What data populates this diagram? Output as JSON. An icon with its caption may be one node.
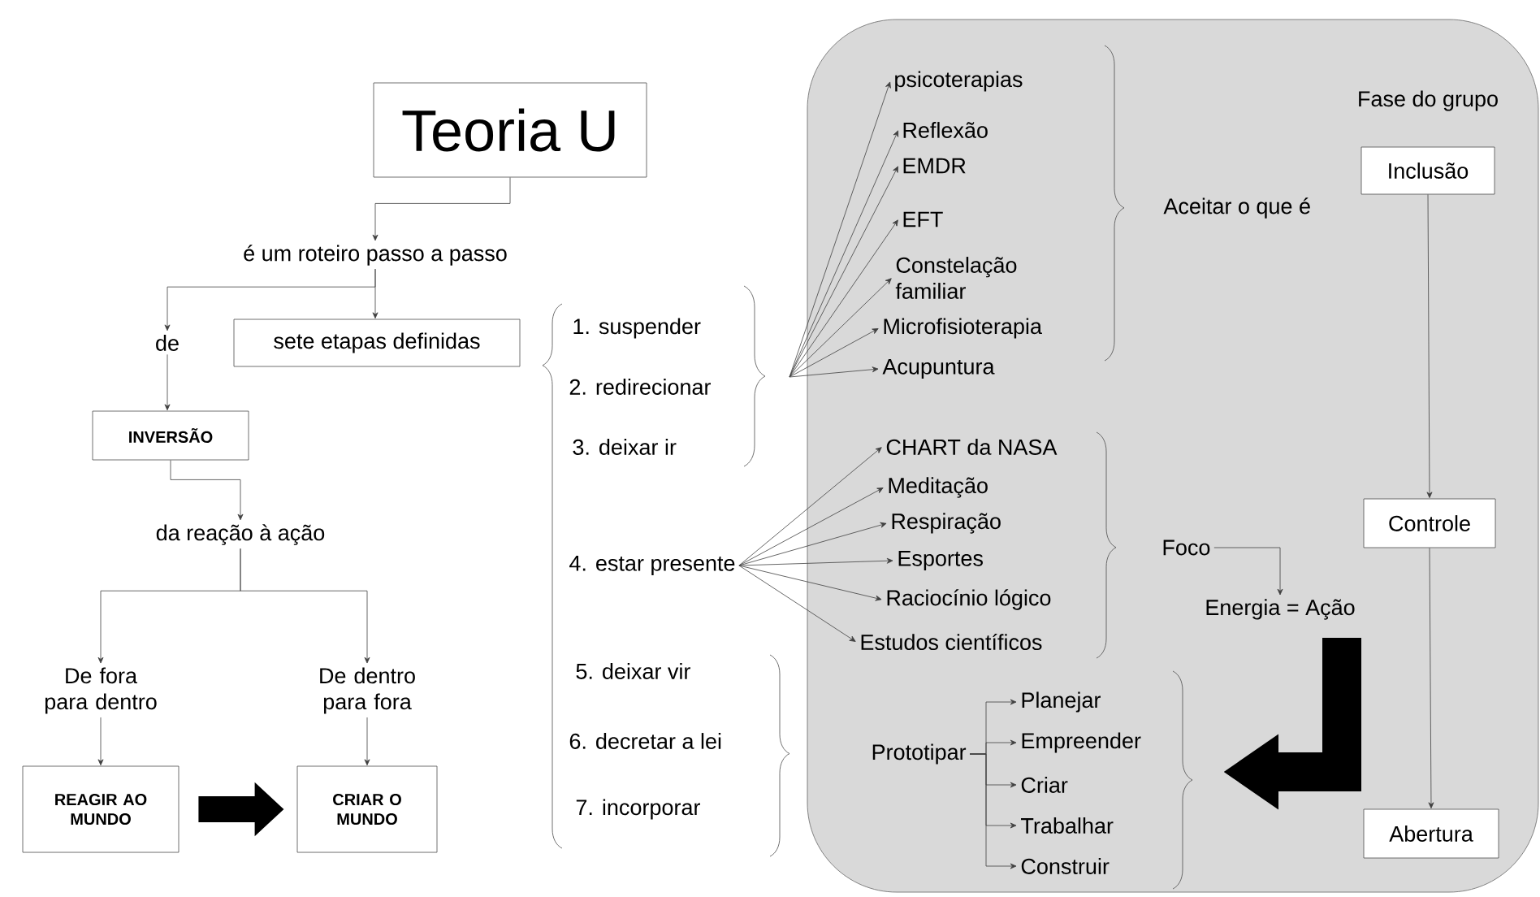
{
  "diagram": {
    "nodes": [
      {
        "text": [
          "Teoria U"
        ]
      },
      {
        "text": [
          "é um roteiro passo a passo"
        ]
      },
      {
        "text": [
          "de"
        ]
      },
      {
        "text": [
          "sete etapas definidas"
        ]
      },
      {
        "text": [
          "INVERSÃO"
        ]
      },
      {
        "text": [
          "da reação à ação"
        ]
      },
      {
        "text": [
          "De fora para dentro"
        ]
      },
      {
        "text": [
          "De dentro para fora"
        ]
      },
      {
        "text": [
          "REAGIR AO MUNDO"
        ]
      },
      {
        "text": [
          "CRIAR O MUNDO"
        ]
      },
      {
        "text": [
          "1. suspender"
        ]
      },
      {
        "text": [
          "2. redirecionar"
        ]
      },
      {
        "text": [
          "3. deixar ir"
        ]
      },
      {
        "text": [
          "4. estar presente"
        ]
      },
      {
        "text": [
          "5. deixar vir"
        ]
      },
      {
        "text": [
          "6. decretar a lei"
        ]
      },
      {
        "text": [
          "7. incorporar"
        ]
      },
      {
        "text": [
          "psicoterapias"
        ]
      },
      {
        "text": [
          "Reflexão"
        ]
      },
      {
        "text": [
          "EMDR"
        ]
      },
      {
        "text": [
          "EFT"
        ]
      },
      {
        "text": [
          "Constelação familiar"
        ]
      },
      {
        "text": [
          "Microfisioterapia"
        ]
      },
      {
        "text": [
          "Acupuntura"
        ]
      },
      {
        "text": [
          "Aceitar o que é"
        ]
      },
      {
        "text": [
          "Inclusão"
        ]
      },
      {
        "text": [
          "CHART da NASA"
        ]
      },
      {
        "text": [
          "Meditação"
        ]
      },
      {
        "text": [
          "Respiração"
        ]
      },
      {
        "text": [
          "Esportes"
        ]
      },
      {
        "text": [
          "Raciocínio lógico"
        ]
      },
      {
        "text": [
          "Estudos científicos"
        ]
      },
      {
        "text": [
          "Foco"
        ]
      },
      {
        "text": [
          "Energia = Ação"
        ]
      },
      {
        "text": [
          "Controle"
        ]
      },
      {
        "text": [
          "Prototipar"
        ]
      },
      {
        "text": [
          "Planejar"
        ]
      },
      {
        "text": [
          "Empreender"
        ]
      },
      {
        "text": [
          "Criar"
        ]
      },
      {
        "text": [
          "Trabalhar"
        ]
      },
      {
        "text": [
          "Construir"
        ]
      },
      {
        "text": [
          "Abertura"
        ]
      }
    ],
    "edges": [
      {
        "from": 0,
        "to": 1,
        "arrow": "to"
      },
      {
        "from": 1,
        "to": 2,
        "arrow": "to"
      },
      {
        "from": 1,
        "to": 3,
        "arrow": "to"
      },
      {
        "from": 2,
        "to": 4,
        "arrow": "to"
      },
      {
        "from": 4,
        "to": 5,
        "arrow": "to"
      },
      {
        "from": 5,
        "to": 6,
        "arrow": "to"
      },
      {
        "from": 5,
        "to": 7,
        "arrow": "to"
      },
      {
        "from": 6,
        "to": 8,
        "arrow": "to"
      },
      {
        "from": 7,
        "to": 9,
        "arrow": "to"
      },
      {
        "from": 8,
        "to": 9,
        "arrow": "to",
        "style": "thick"
      },
      {
        "from": null,
        "to": 17,
        "arrow": "to"
      },
      {
        "from": null,
        "to": 18,
        "arrow": "to"
      },
      {
        "from": null,
        "to": 19,
        "arrow": "to"
      },
      {
        "from": null,
        "to": 20,
        "arrow": "to"
      },
      {
        "from": null,
        "to": 21,
        "arrow": "to"
      },
      {
        "from": null,
        "to": 22,
        "arrow": "to"
      },
      {
        "from": null,
        "to": 23,
        "arrow": "to"
      },
      {
        "from": 13,
        "to": 26,
        "arrow": "to"
      },
      {
        "from": 13,
        "to": 27,
        "arrow": "to"
      },
      {
        "from": 13,
        "to": 28,
        "arrow": "to"
      },
      {
        "from": 13,
        "to": 29,
        "arrow": "to"
      },
      {
        "from": 13,
        "to": 30,
        "arrow": "to"
      },
      {
        "from": 13,
        "to": 31,
        "arrow": "to"
      },
      {
        "from": 32,
        "to": 33,
        "arrow": "to"
      },
      {
        "from": 25,
        "to": 34,
        "arrow": "to"
      },
      {
        "from": 34,
        "to": 41,
        "arrow": "to"
      },
      {
        "from": 35,
        "to": 36,
        "arrow": "to"
      },
      {
        "from": 35,
        "to": 37,
        "arrow": "to"
      },
      {
        "from": 35,
        "to": 38,
        "arrow": "to"
      },
      {
        "from": 35,
        "to": 39,
        "arrow": "to"
      },
      {
        "from": 35,
        "to": 40,
        "arrow": "to"
      },
      {
        "from": 33,
        "to": null,
        "arrow": "to",
        "style": "thick"
      }
    ],
    "labels": [
      "Fase do grupo"
    ]
  }
}
